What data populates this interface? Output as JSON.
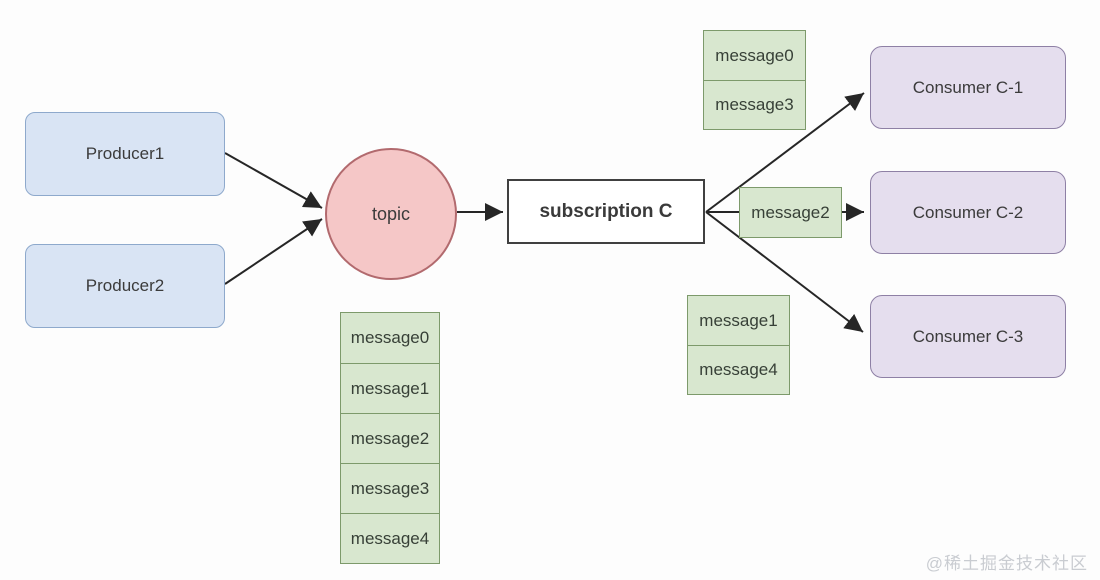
{
  "diagram": {
    "producers": [
      {
        "label": "Producer1"
      },
      {
        "label": "Producer2"
      }
    ],
    "topic": {
      "label": "topic"
    },
    "subscription": {
      "label": "subscription C"
    },
    "consumers": [
      {
        "label": "Consumer C-1"
      },
      {
        "label": "Consumer C-2"
      },
      {
        "label": "Consumer C-3"
      }
    ],
    "topic_queue": {
      "items": [
        "message0",
        "message1",
        "message2",
        "message3",
        "message4"
      ]
    },
    "delivered_batches": {
      "to_consumer_1": [
        "message0",
        "message3"
      ],
      "to_consumer_2": [
        "message2"
      ],
      "to_consumer_3": [
        "message1",
        "message4"
      ]
    },
    "edges": [
      {
        "from": "Producer1",
        "to": "topic"
      },
      {
        "from": "Producer2",
        "to": "topic"
      },
      {
        "from": "topic",
        "to": "subscription C"
      },
      {
        "from": "subscription C",
        "to": "Consumer C-1"
      },
      {
        "from": "subscription C",
        "to": "Consumer C-2"
      },
      {
        "from": "subscription C",
        "to": "Consumer C-3"
      }
    ]
  },
  "watermark": "@稀土掘金技术社区",
  "colors": {
    "producer_fill": "#d9e4f4",
    "producer_border": "#8ea9cc",
    "topic_fill": "#f5c7c7",
    "topic_border": "#b26a6e",
    "subscription_fill": "#ffffff",
    "subscription_border": "#404040",
    "consumer_fill": "#e5deee",
    "consumer_border": "#8e80a5",
    "message_fill": "#d8e7cf",
    "message_border": "#7d9a6b",
    "line": "#262626",
    "text": "#3b3b3b",
    "watermark_color": "#c9ccd1"
  }
}
